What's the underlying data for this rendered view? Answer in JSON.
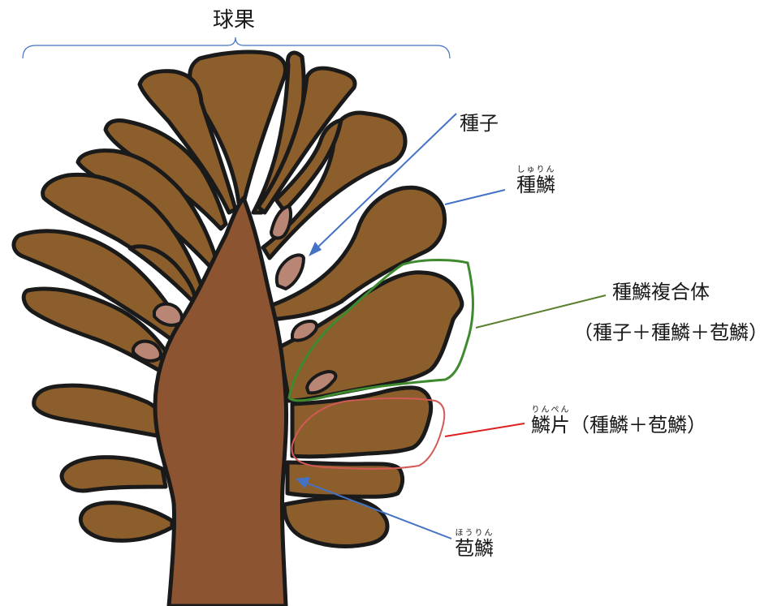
{
  "colors": {
    "scale": "#8b5e2b",
    "axis": "#8d5431",
    "seed": "#b98575",
    "outline": "#1a1a1a",
    "pointer": "#4472c4",
    "complex": "#3e8a2e",
    "complex_line": "#5b7e2e",
    "scale_piece": "#d15a56",
    "scale_piece_line": "#e02020"
  },
  "labels": {
    "cone": "球果",
    "seed": "種子",
    "seed_scale": {
      "text": "種鱗",
      "reading": "しゅりん"
    },
    "complex_title": "種鱗複合体",
    "complex_formula": "（種子＋種鱗＋苞鱗）",
    "ovuliferous_piece": {
      "text": "鱗片",
      "reading": "りんぺん",
      "formula": "（種鱗＋苞鱗）"
    },
    "bract_scale": {
      "text": "苞鱗",
      "reading": "ほうりん"
    }
  }
}
